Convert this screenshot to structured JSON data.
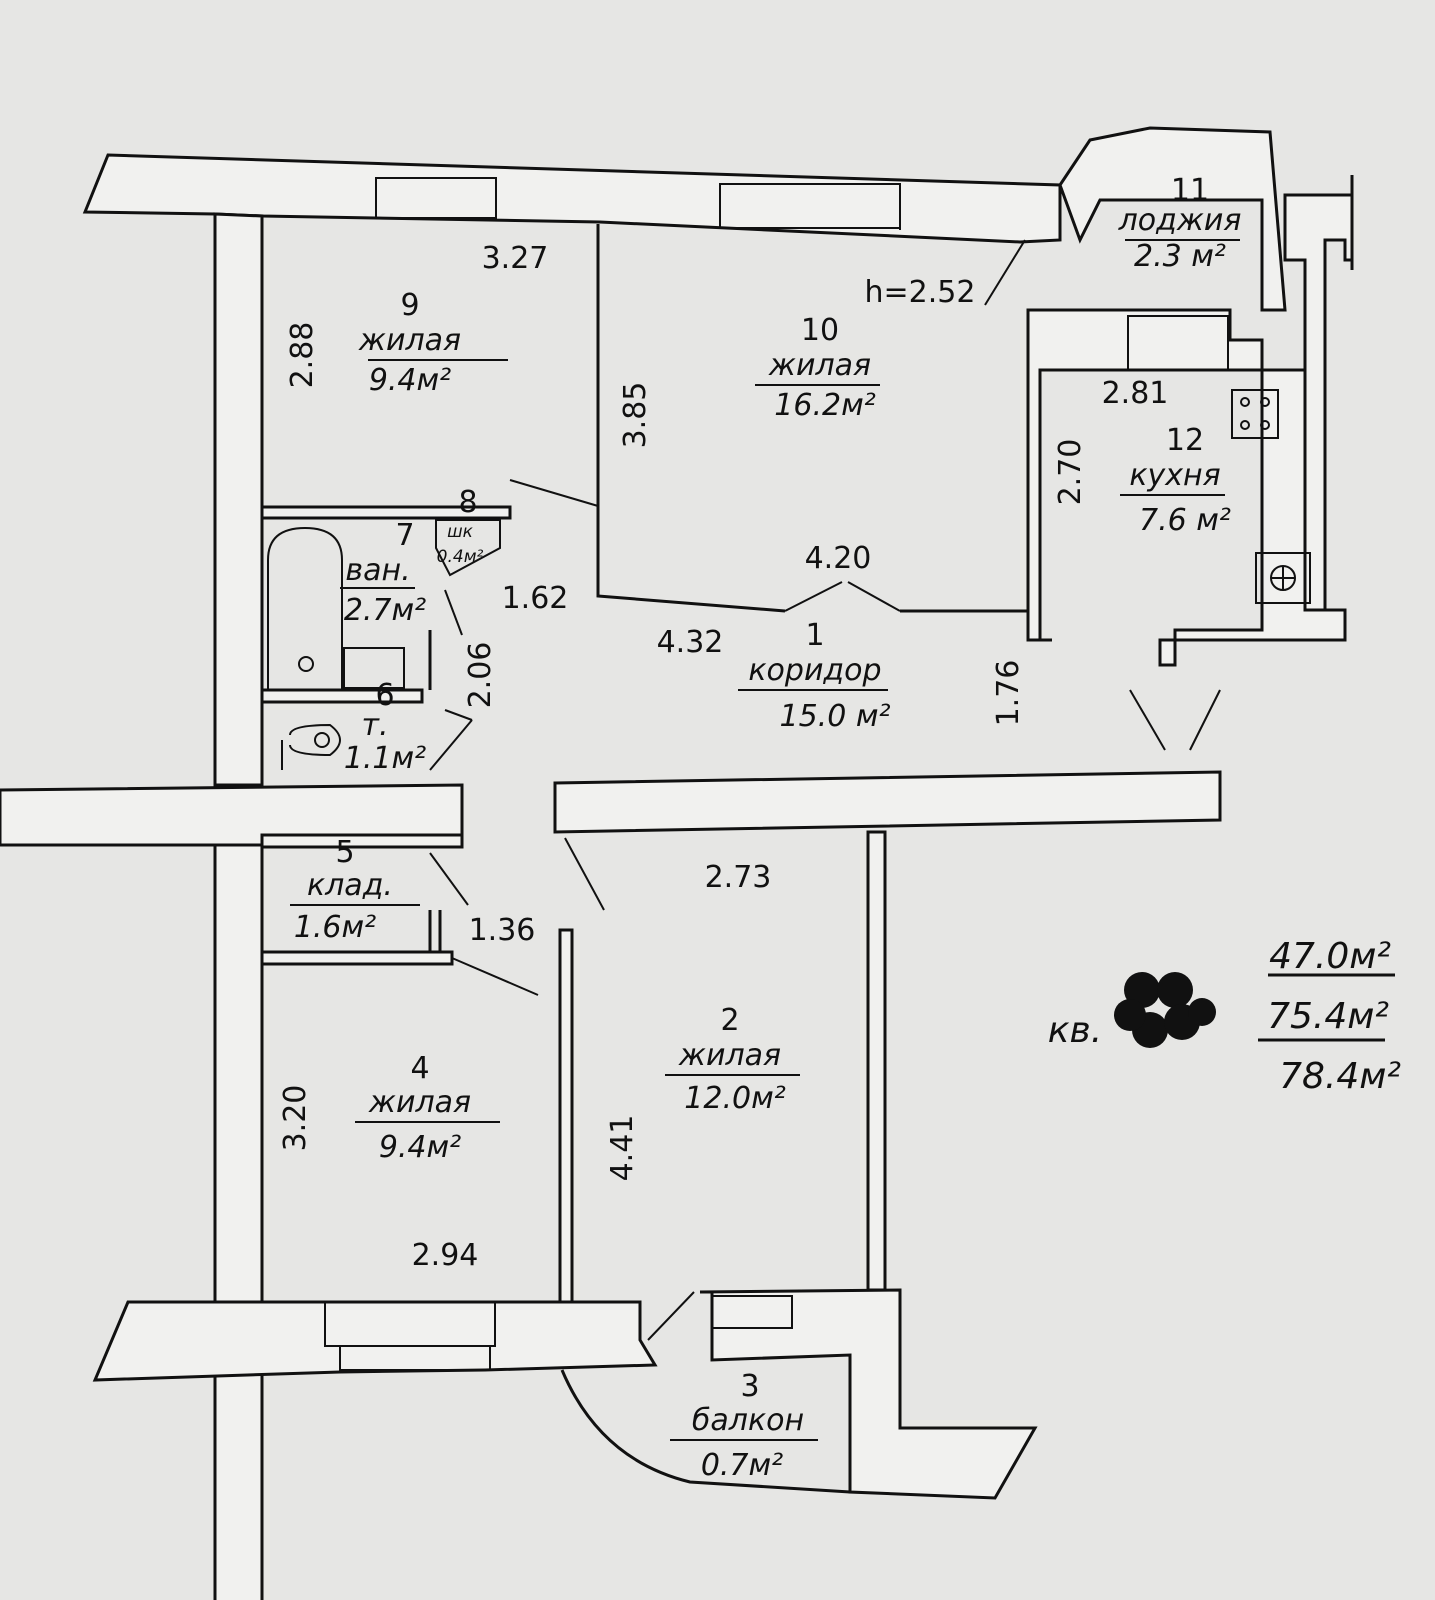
{
  "rooms": [
    {
      "num": "1",
      "name": "коридор",
      "area": "15.0 м²"
    },
    {
      "num": "2",
      "name": "жилая",
      "area": "12.0м²"
    },
    {
      "num": "3",
      "name": "балкон",
      "area": "0.7м²"
    },
    {
      "num": "4",
      "name": "жилая",
      "area": "9.4м²"
    },
    {
      "num": "5",
      "name": "клад.",
      "area": "1.6м²"
    },
    {
      "num": "6",
      "name": "т.",
      "area": "1.1м²"
    },
    {
      "num": "7",
      "name": "ван.",
      "area": "2.7м²"
    },
    {
      "num": "8",
      "name": "шк",
      "area": "0.4м²"
    },
    {
      "num": "9",
      "name": "жилая",
      "area": "9.4м²"
    },
    {
      "num": "10",
      "name": "жилая",
      "area": "16.2м²"
    },
    {
      "num": "11",
      "name": "лоджия",
      "area": "2.3 м²"
    },
    {
      "num": "12",
      "name": "кухня",
      "area": "7.6 м²"
    }
  ],
  "dimensions": {
    "d327": "3.27",
    "d288": "2.88",
    "h": "h=2.52",
    "d385": "3.85",
    "d281": "2.81",
    "d270": "2.70",
    "d420": "4.20",
    "d162": "1.62",
    "d432": "4.32",
    "d206": "2.06",
    "d176": "1.76",
    "d273": "2.73",
    "d136": "1.36",
    "d320": "3.20",
    "d441": "4.41",
    "d294": "2.94"
  },
  "totals": {
    "apt_prefix": "кв.",
    "living": "47.0м²",
    "total": "75.4м²",
    "overall": "78.4м²"
  }
}
